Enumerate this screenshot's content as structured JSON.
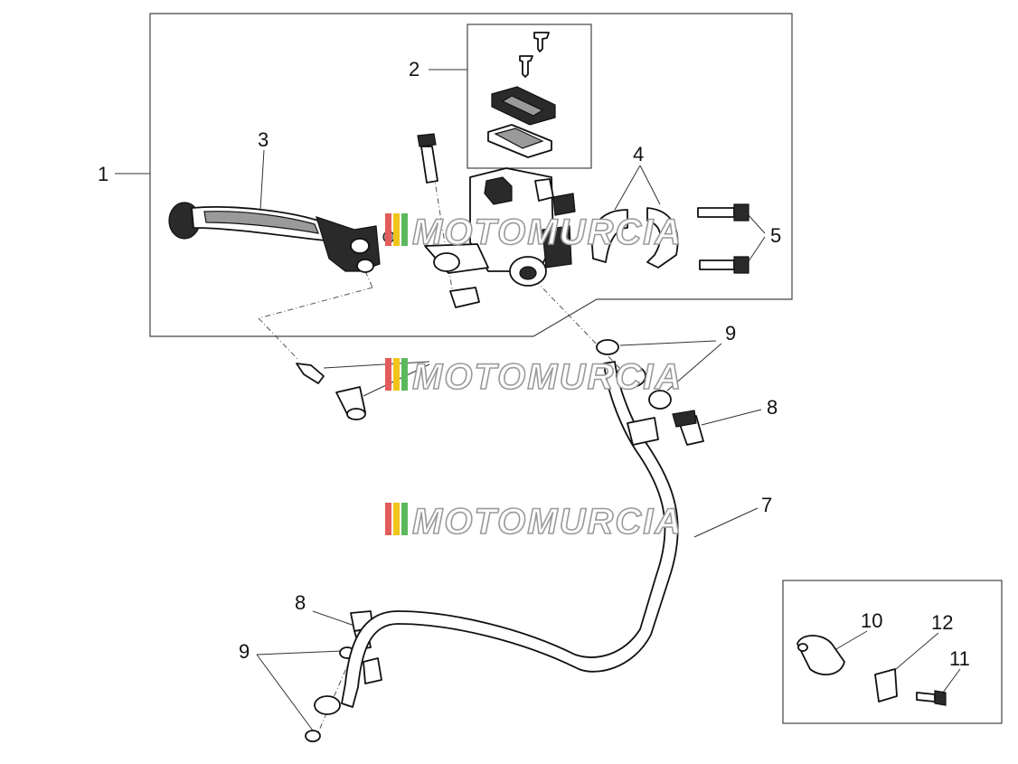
{
  "callouts": {
    "c1": "1",
    "c2": "2",
    "c3": "3",
    "c4": "4",
    "c5": "5",
    "c7": "7",
    "c8a": "8",
    "c8b": "8",
    "c9a": "9",
    "c9b": "9",
    "c10": "10",
    "c11": "11",
    "c12": "12"
  },
  "watermark": {
    "text": "MOTOMURCIA",
    "stripe_colors": [
      "#e35b5b",
      "#f0c419",
      "#5cb85c"
    ]
  }
}
